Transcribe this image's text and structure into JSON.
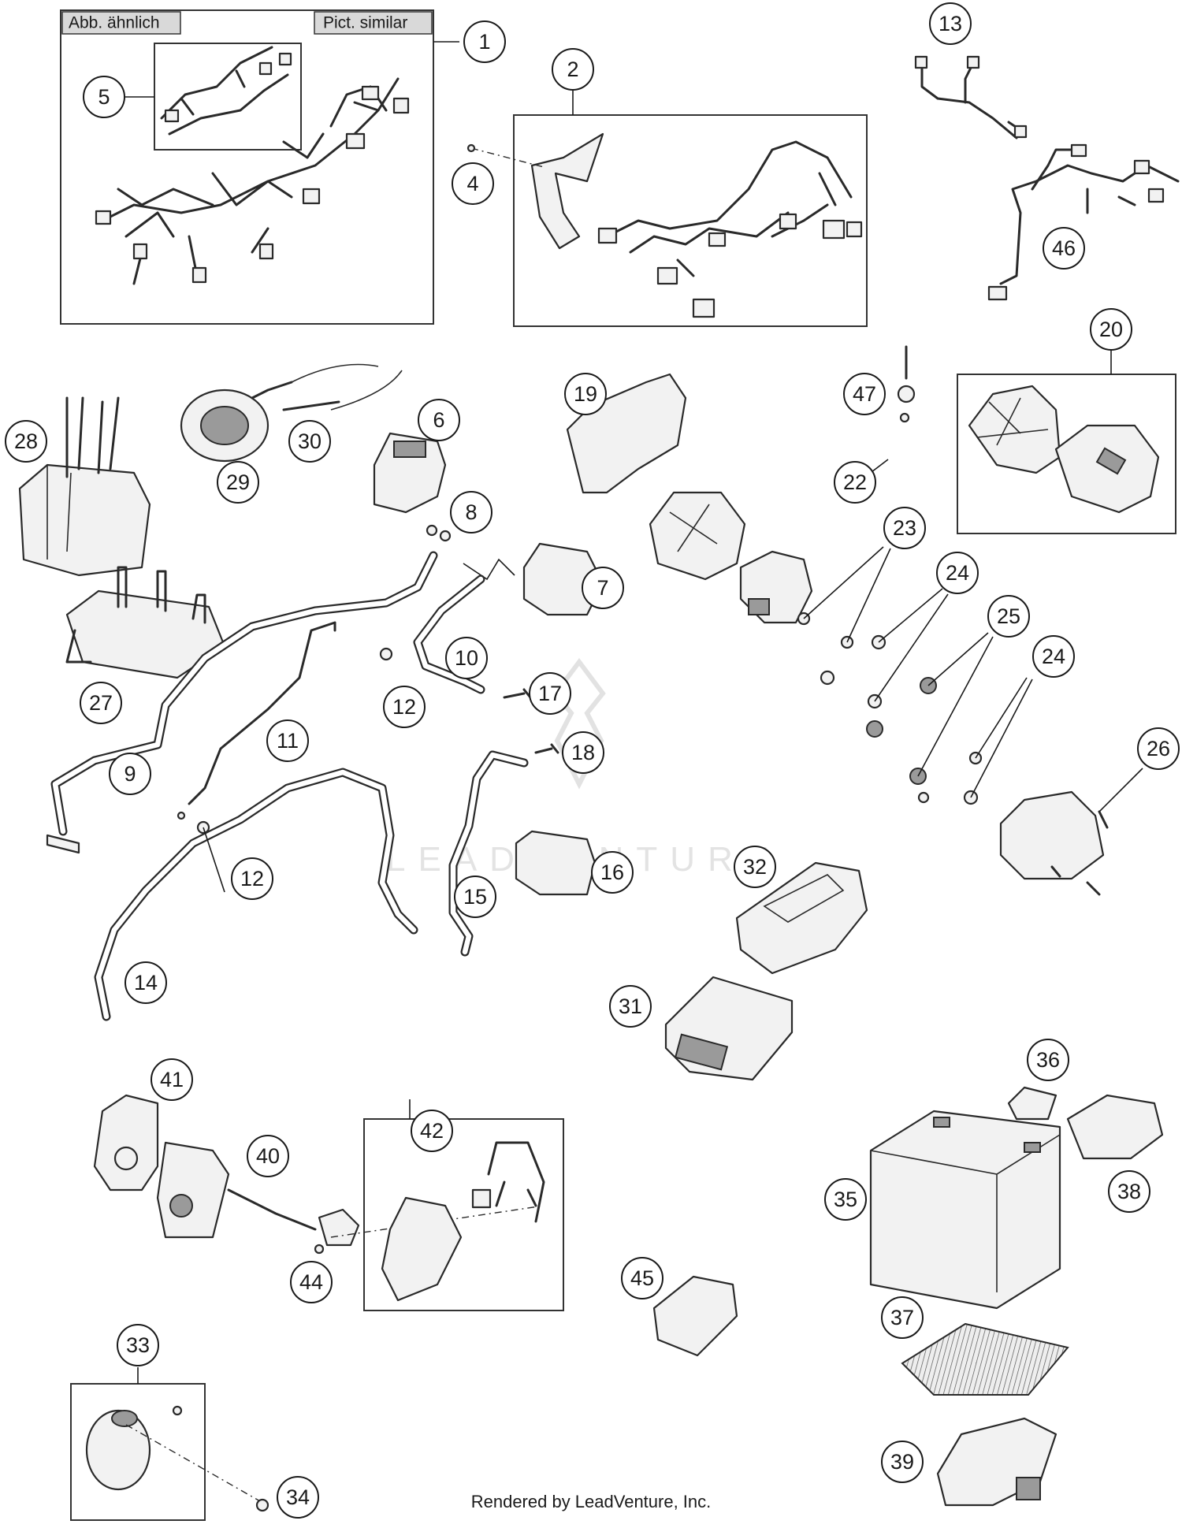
{
  "header_labels": {
    "similar_de": "Abb. ähnlich",
    "similar_en": "Pict. similar"
  },
  "watermark": "LEADVENTURE",
  "footer": "Rendered by LeadVenture, Inc.",
  "callouts": [
    "1",
    "2",
    "4",
    "5",
    "6",
    "7",
    "8",
    "9",
    "10",
    "11",
    "12",
    "12b",
    "13",
    "14",
    "15",
    "16",
    "17",
    "18",
    "19",
    "20",
    "22",
    "23",
    "24",
    "24b",
    "25",
    "26",
    "27",
    "28",
    "29",
    "30",
    "31",
    "32",
    "33",
    "34",
    "35",
    "36",
    "37",
    "38",
    "39",
    "40",
    "41",
    "42",
    "44",
    "45",
    "46",
    "47"
  ],
  "callout_labels": {
    "1": "1",
    "2": "2",
    "4": "4",
    "5": "5",
    "6": "6",
    "7": "7",
    "8": "8",
    "9": "9",
    "10": "10",
    "11": "11",
    "12": "12",
    "12b": "12",
    "13": "13",
    "14": "14",
    "15": "15",
    "16": "16",
    "17": "17",
    "18": "18",
    "19": "19",
    "20": "20",
    "22": "22",
    "23": "23",
    "24": "24",
    "24b": "24",
    "25": "25",
    "26": "26",
    "27": "27",
    "28": "28",
    "29": "29",
    "30": "30",
    "31": "31",
    "32": "32",
    "33": "33",
    "34": "34",
    "35": "35",
    "36": "36",
    "37": "37",
    "38": "38",
    "39": "39",
    "40": "40",
    "41": "41",
    "42": "42",
    "44": "44",
    "45": "45",
    "46": "46",
    "47": "47"
  },
  "colors": {
    "line": "#1a1a1a",
    "part_fill": "#f2f2f2",
    "header_fill": "#d9d9d9",
    "watermark": "#d8d8d8"
  }
}
